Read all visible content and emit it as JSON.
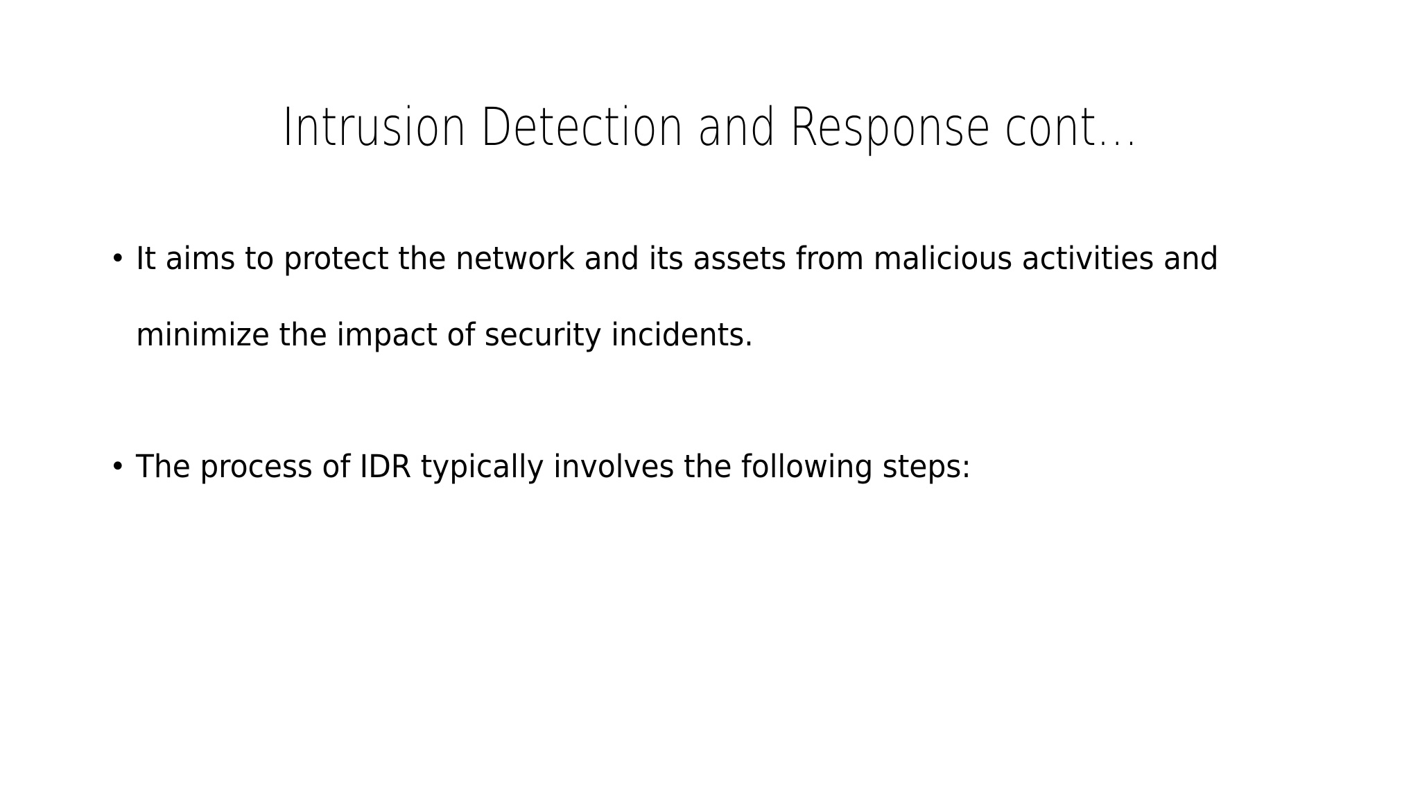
{
  "slide": {
    "background_color": "#FFFFFF",
    "text_color": "#000000",
    "title": "Intrusion Detection and Response cont…",
    "bullet_marker": "•",
    "bullets": [
      {
        "text": "It aims to protect the network and its assets from malicious activities and minimize the impact of security incidents.",
        "line_1": "It aims to protect the network and its assets from malicious activities",
        "line_2": "and minimize the impact of security incidents."
      },
      {
        "text": "The process of IDR typically involves the following steps:",
        "line_1": "The process of IDR typically involves the following steps:",
        "line_2": ""
      }
    ]
  }
}
